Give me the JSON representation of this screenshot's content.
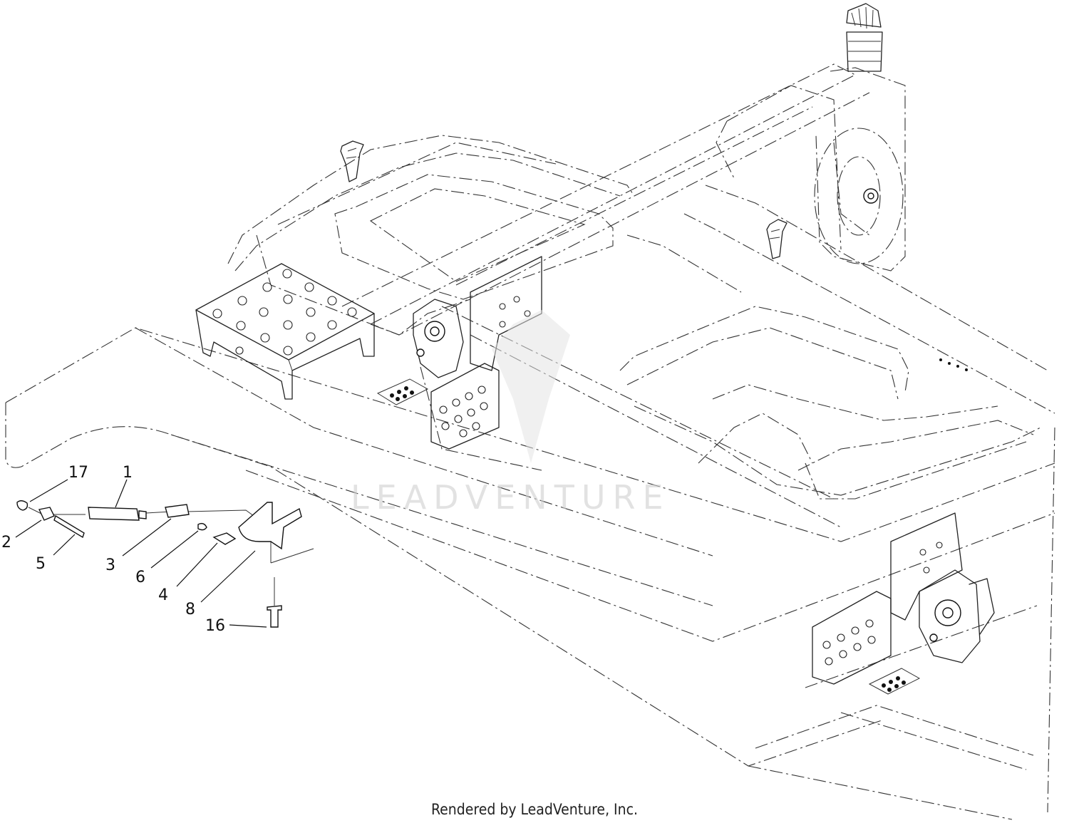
{
  "callouts": [
    {
      "id": "17",
      "label": "17"
    },
    {
      "id": "1",
      "label": "1"
    },
    {
      "id": "2",
      "label": "2"
    },
    {
      "id": "5",
      "label": "5"
    },
    {
      "id": "3",
      "label": "3"
    },
    {
      "id": "6",
      "label": "6"
    },
    {
      "id": "4",
      "label": "4"
    },
    {
      "id": "8",
      "label": "8"
    },
    {
      "id": "16",
      "label": "16"
    }
  ],
  "watermark": "LEADVENTURE",
  "footer": "Rendered by LeadVenture, Inc."
}
